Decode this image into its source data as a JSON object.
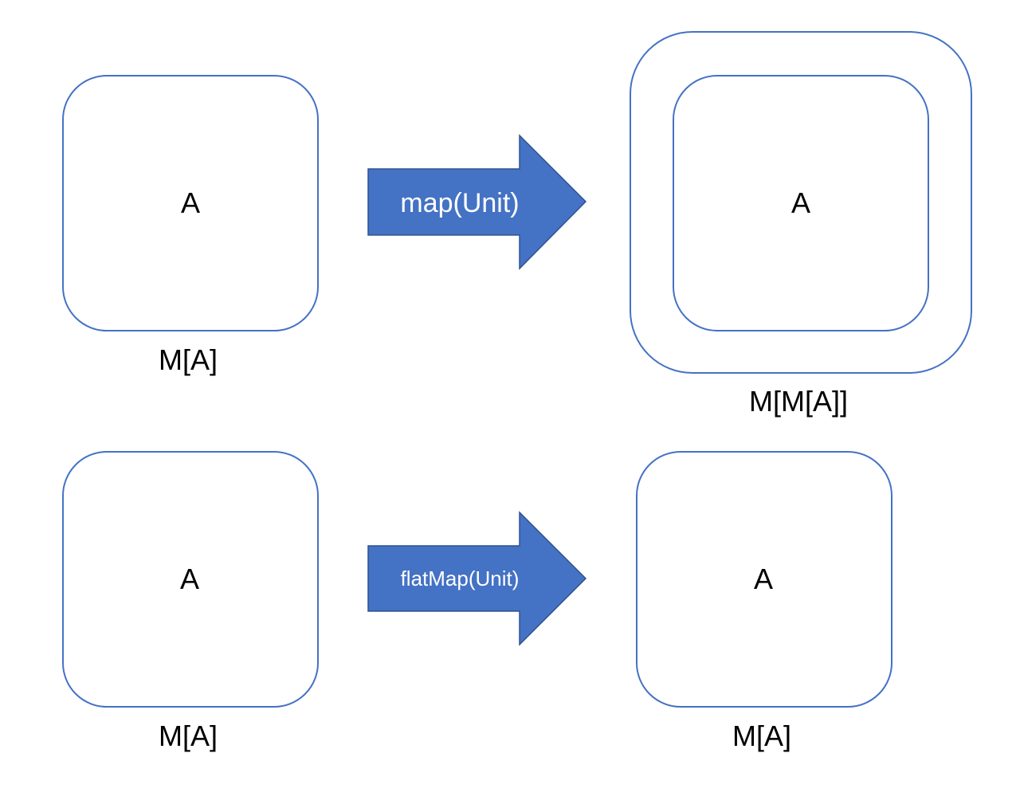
{
  "top_row": {
    "source": {
      "inner": "A",
      "caption": "M[A]"
    },
    "arrow": {
      "label": "map(Unit)"
    },
    "target": {
      "inner": "A",
      "caption": "M[M[A]]"
    }
  },
  "bottom_row": {
    "source": {
      "inner": "A",
      "caption": "M[A]"
    },
    "arrow": {
      "label": "flatMap(Unit)"
    },
    "target": {
      "inner": "A",
      "caption": "M[A]"
    }
  },
  "colors": {
    "accent": "#4472c4",
    "arrow_border": "#2f528f",
    "text": "#000000",
    "arrow_text": "#ffffff"
  }
}
